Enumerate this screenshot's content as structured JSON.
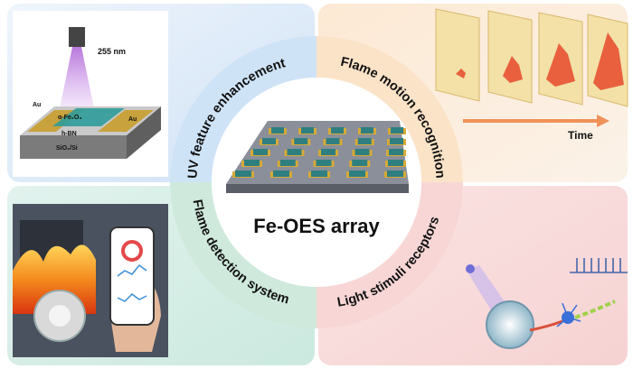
{
  "center": {
    "title": "Fe-OES array"
  },
  "ring": {
    "uv": "UV feature enhancement",
    "flame_motion": "Flame motion recognition",
    "flame_detection": "Flame detection system",
    "light_stimuli": "Light stimuli receptors"
  },
  "panel_uv": {
    "wavelength": "255 nm",
    "label_au_left": "Au",
    "label_au_right": "Au",
    "label_material": "α-Fe₂O₃",
    "label_layer": "h-BN",
    "label_substrate": "SiO₂/Si"
  },
  "panel_motion": {
    "axis_label": "Time"
  },
  "colors": {
    "uv_quadrant": "#dbe9f8",
    "motion_quadrant": "#fbe6cf",
    "detection_quadrant": "#d7efe8",
    "light_quadrant": "#f9dcdc",
    "time_arrow": "#f0915a",
    "flame_pattern": "#e8603d"
  }
}
